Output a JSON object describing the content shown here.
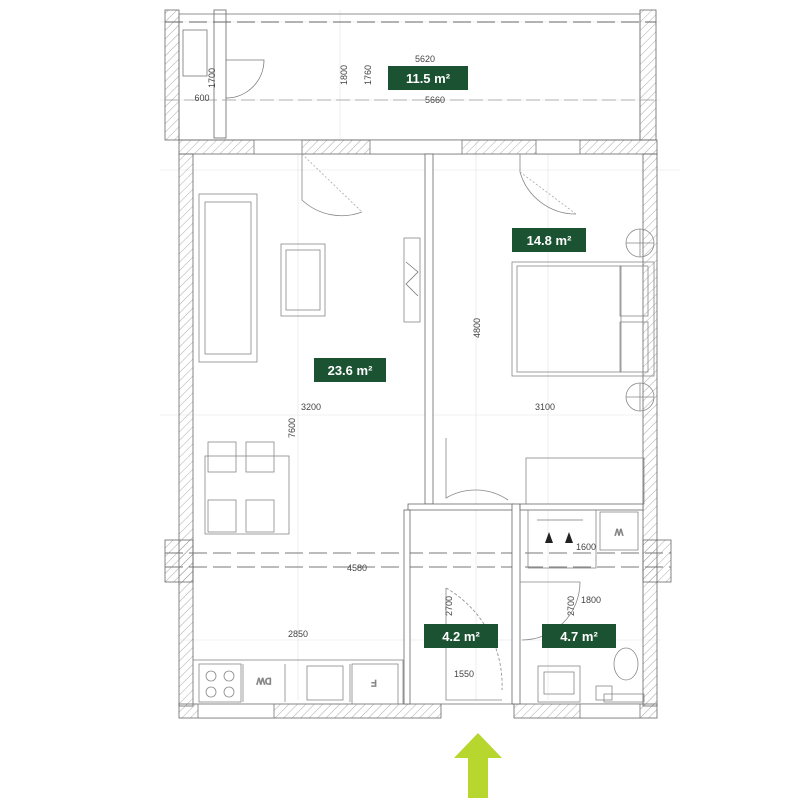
{
  "colors": {
    "label_bg": "#1a5232",
    "label_text": "#ffffff",
    "entrance_arrow": "#b7d62e",
    "wall_line": "#555555",
    "guide_line": "#999999"
  },
  "rooms": [
    {
      "id": "balcony",
      "area": "11.5 m²"
    },
    {
      "id": "living",
      "area": "23.6 m²"
    },
    {
      "id": "bedroom",
      "area": "14.8 m²"
    },
    {
      "id": "hall",
      "area": "4.2 m²"
    },
    {
      "id": "bathroom",
      "area": "4.7 m²"
    }
  ],
  "dimensions": {
    "d5620": "5620",
    "d5660": "5660",
    "d1800_balcony": "1800",
    "d1760": "1760",
    "d1700": "1700",
    "d600": "600",
    "d3200": "3200",
    "d3100": "3100",
    "d4800": "4800",
    "d7600": "7600",
    "d4580": "4580",
    "d2850": "2850",
    "d2700_hall": "2700",
    "d2700_bath": "2700",
    "d1550": "1550",
    "d1800_bath": "1800",
    "d1600": "1600"
  },
  "appliances": {
    "dishwasher": "DW",
    "fridge": "F",
    "washer": "W"
  },
  "icons": {
    "entrance": "entrance-arrow-icon"
  }
}
